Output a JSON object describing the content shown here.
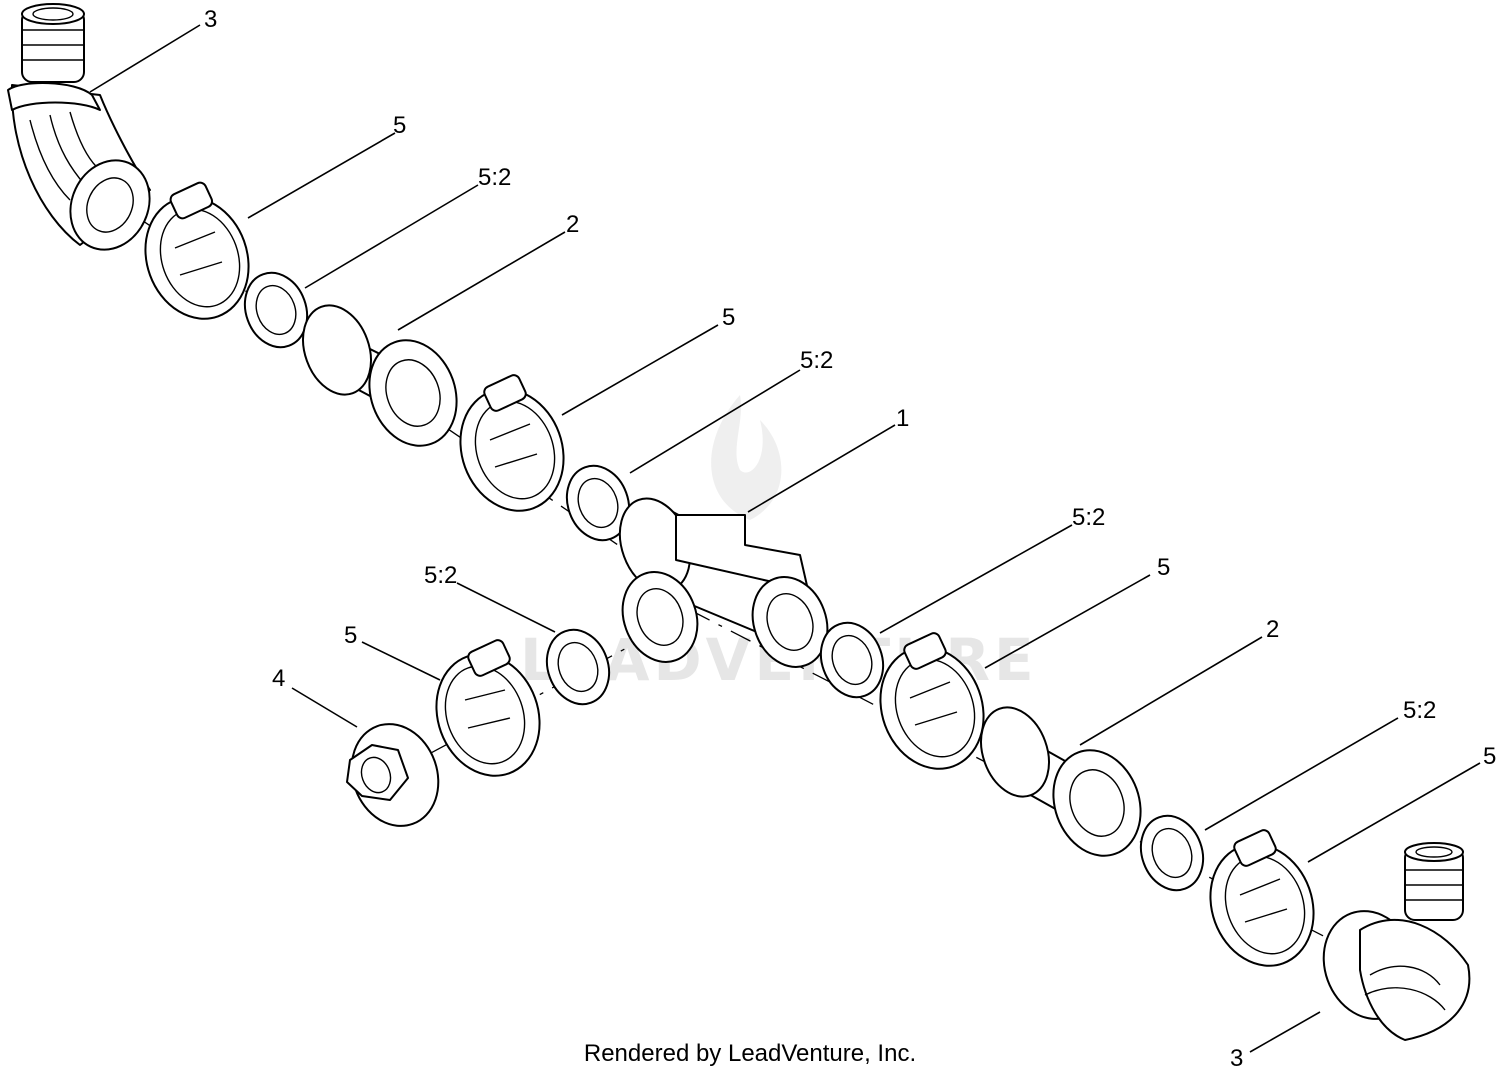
{
  "callouts": [
    {
      "id": "c1",
      "label": "3"
    },
    {
      "id": "c2",
      "label": "5"
    },
    {
      "id": "c3",
      "label": "5:2"
    },
    {
      "id": "c4",
      "label": "2"
    },
    {
      "id": "c5",
      "label": "5"
    },
    {
      "id": "c6",
      "label": "5:2"
    },
    {
      "id": "c7",
      "label": "1"
    },
    {
      "id": "c8",
      "label": "5:2"
    },
    {
      "id": "c9",
      "label": "5"
    },
    {
      "id": "c10",
      "label": "5:2"
    },
    {
      "id": "c11",
      "label": "5"
    },
    {
      "id": "c12",
      "label": "4"
    },
    {
      "id": "c13",
      "label": "2"
    },
    {
      "id": "c14",
      "label": "5:2"
    },
    {
      "id": "c15",
      "label": "5"
    },
    {
      "id": "c16",
      "label": "3"
    }
  ],
  "watermark": "LEADVENTURE",
  "footer": "Rendered by LeadVenture, Inc."
}
